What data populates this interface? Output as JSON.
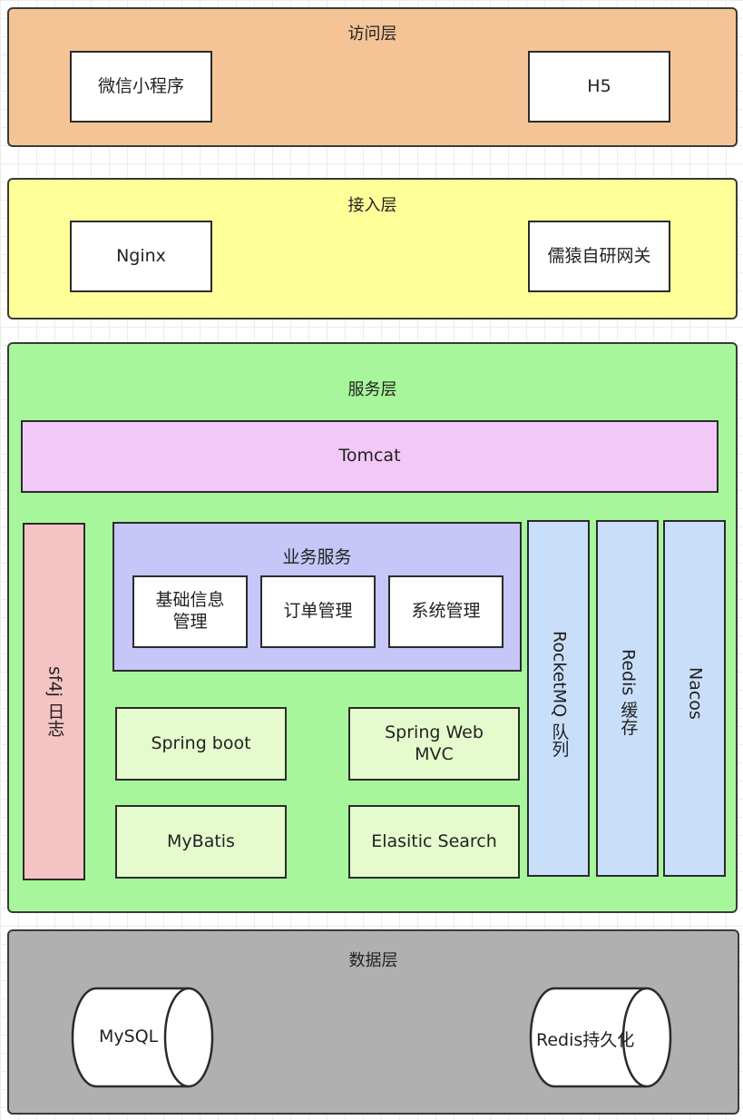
{
  "access_layer": {
    "title": "访问层",
    "items": [
      "微信小程序",
      "H5"
    ]
  },
  "gateway_layer": {
    "title": "接入层",
    "items": [
      "Nginx",
      "儒猿自研网关"
    ]
  },
  "service_layer": {
    "title": "服务层",
    "tomcat": "Tomcat",
    "logging": "sf4j 日志",
    "business": {
      "title": "业务服务",
      "items": [
        "基础信息\n管理",
        "订单管理",
        "系统管理"
      ]
    },
    "frameworks": [
      "Spring boot",
      "Spring Web\nMVC",
      "MyBatis",
      "Elasitic Search"
    ],
    "middleware": [
      "RocketMQ 队列",
      "Redis 缓存",
      "Nacos"
    ]
  },
  "data_layer": {
    "title": "数据层",
    "stores": [
      "MySQL",
      "Redis持久化"
    ]
  },
  "colors": {
    "access_layer": "#f4c496",
    "gateway_layer": "#ffff99",
    "service_layer": "#a8f69b",
    "tomcat": "#f2c8f7",
    "logging": "#f6c3c3",
    "business": "#c6c6f8",
    "framework_box": "#e6fbcd",
    "middleware": "#c9dff9",
    "data_layer": "#b0b0b0"
  }
}
